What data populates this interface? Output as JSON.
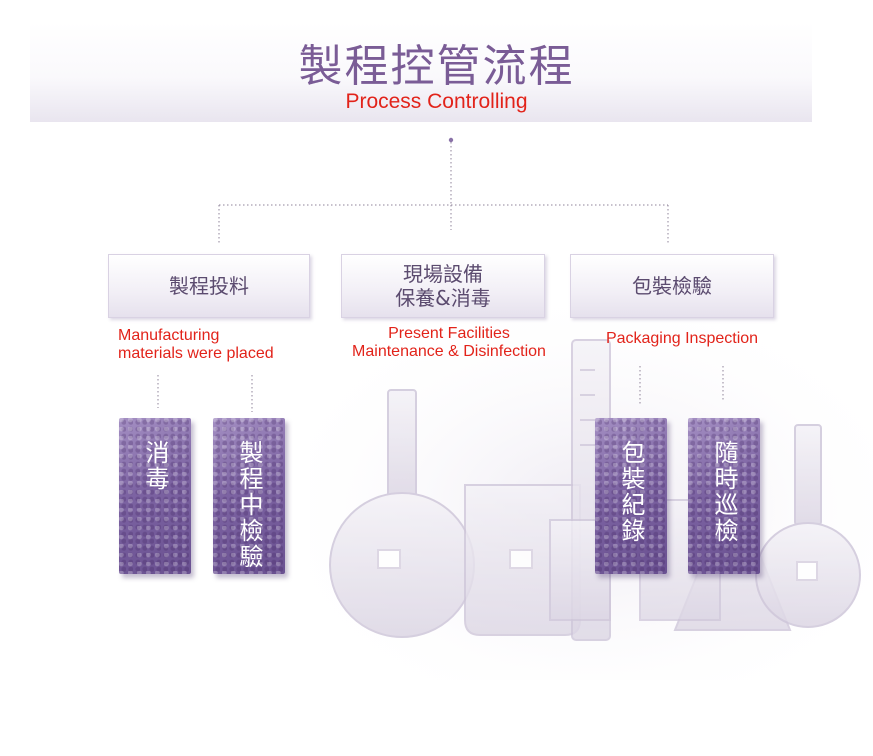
{
  "header": {
    "title": "製程控管流程",
    "subtitle": "Process Controlling"
  },
  "processes": [
    {
      "label": "製程投料",
      "english": "Manufacturing\nmaterials were placed",
      "steps": [
        "消毒",
        "製程中檢驗"
      ]
    },
    {
      "label": "現場設備\n保養&消毒",
      "english": "Present Facilities\nMaintenance & Disinfection",
      "steps": []
    },
    {
      "label": "包裝檢驗",
      "english": "Packaging Inspection",
      "steps": [
        "包裝紀錄",
        "隨時巡檢"
      ]
    }
  ],
  "colors": {
    "title": "#7a5c96",
    "subtitle": "#e2231a",
    "tile": "#7c63a2",
    "connector": "#8f8399"
  }
}
